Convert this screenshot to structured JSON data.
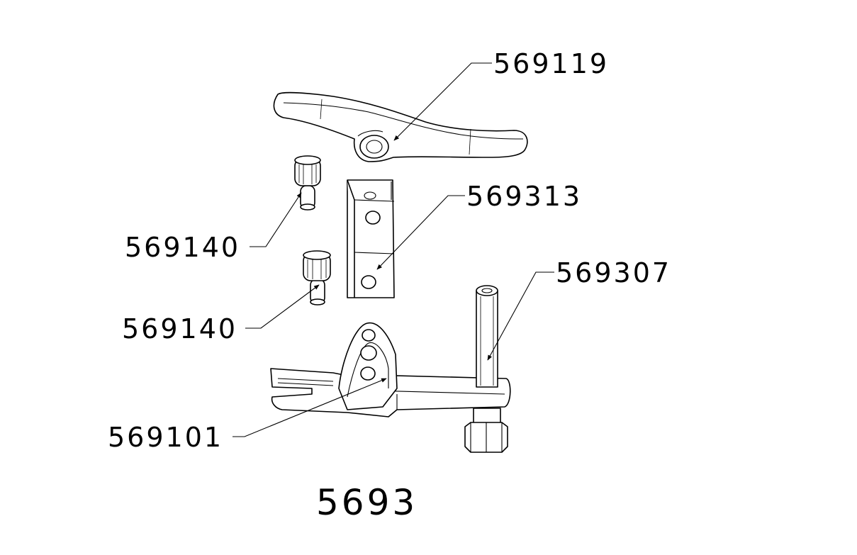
{
  "assembly_number": "5693",
  "callouts": {
    "handle": "569119",
    "screw_upper": "569140",
    "block": "569313",
    "screw_lower": "569140",
    "pin": "569307",
    "base": "569101"
  },
  "colors": {
    "line": "#000000",
    "background": "#ffffff"
  }
}
